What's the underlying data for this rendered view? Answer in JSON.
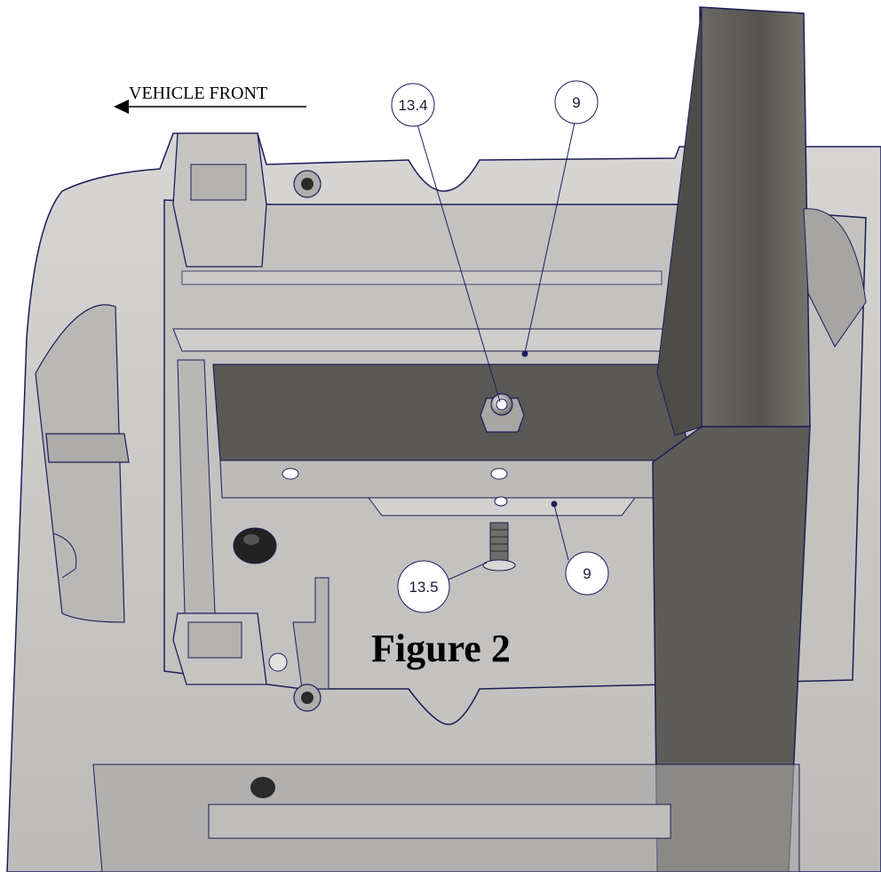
{
  "direction_label": "VEHICLE FRONT",
  "figure_title": "Figure 2",
  "callouts": [
    {
      "id": "nut",
      "label": "13.4"
    },
    {
      "id": "plate-top",
      "label": "9"
    },
    {
      "id": "bolt",
      "label": "13.5"
    },
    {
      "id": "plate-bottom",
      "label": "9"
    }
  ],
  "colors": {
    "outline": "#1c1c5a",
    "body_fill": "#c9c7c5",
    "dark_plate": "#5a5855",
    "arrow": "#000000"
  }
}
